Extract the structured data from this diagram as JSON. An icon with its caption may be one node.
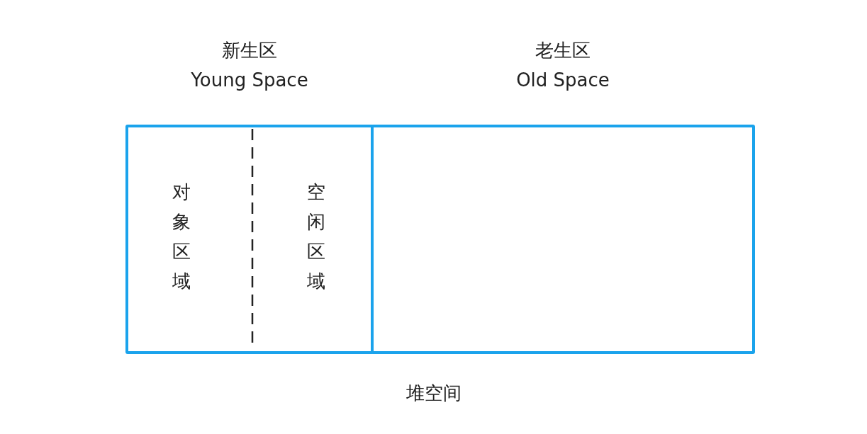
{
  "diagram": {
    "caption": "堆空间",
    "nodes": [
      {
        "text": [
          "新生区",
          "Young Space"
        ]
      },
      {
        "text": [
          "对象区域"
        ],
        "in": 0
      },
      {
        "text": [
          "空闲区域"
        ],
        "in": 0
      },
      {
        "text": [
          "老生区",
          "Old Space"
        ]
      }
    ],
    "edges": []
  }
}
